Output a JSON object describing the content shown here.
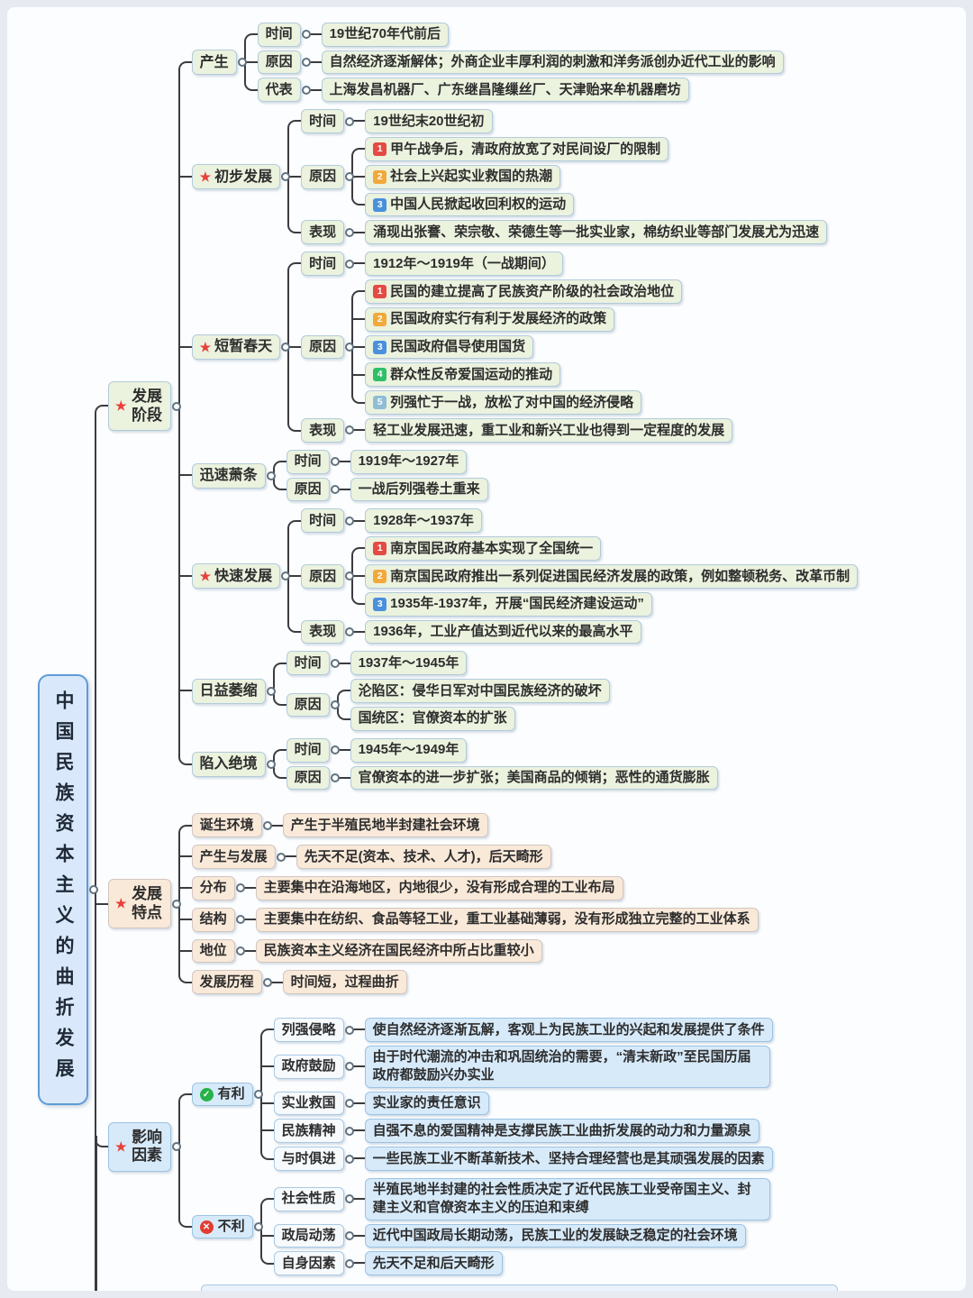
{
  "colors": {
    "line": "#3c3c40",
    "root_fill": "#d9e9fb",
    "root_border": "#5f9bd8",
    "stage_theme_fill": "#ebf2de",
    "feature_theme_fill": "#f9e9d9",
    "factor_theme_fill": "#d7eafa",
    "star": "#e8413c",
    "badge_colors": [
      "#e34b44",
      "#f2a93b",
      "#4a90dd",
      "#2fbf68",
      "#8fbdd4"
    ],
    "favorable_icon": "#27b24a",
    "unfavorable_icon": "#e23c32"
  },
  "tree": {
    "name": "root-node",
    "label": "中国民族资本主义的曲折发展",
    "variant": "root",
    "children": [
      {
        "name": "branch-development-stages",
        "label": "发展阶段",
        "variant": "green",
        "kind": "branch",
        "star": true,
        "children": [
          {
            "name": "stage-emergence",
            "label": "产生",
            "variant": "green",
            "kind": "stage",
            "children": [
              {
                "name": "time-label",
                "label": "时间",
                "variant": "green",
                "children": [
                  {
                    "name": "time-value",
                    "label": "19世纪70年代前后",
                    "variant": "green"
                  }
                ]
              },
              {
                "name": "reason-label",
                "label": "原因",
                "variant": "green",
                "children": [
                  {
                    "name": "reason-value",
                    "label": "自然经济逐渐解体；外商企业丰厚利润的刺激和洋务派创办近代工业的影响",
                    "variant": "green"
                  }
                ]
              },
              {
                "name": "representative-label",
                "label": "代表",
                "variant": "green",
                "children": [
                  {
                    "name": "representative-value",
                    "label": "上海发昌机器厂、广东继昌隆缫丝厂、天津贻来牟机器磨坊",
                    "variant": "green"
                  }
                ]
              }
            ]
          },
          {
            "name": "stage-initial-development",
            "label": "初步发展",
            "variant": "green",
            "kind": "stage",
            "star": true,
            "children": [
              {
                "name": "time-label",
                "label": "时间",
                "variant": "green",
                "children": [
                  {
                    "name": "time-value",
                    "label": "19世纪末20世纪初",
                    "variant": "green"
                  }
                ]
              },
              {
                "name": "reason-label",
                "label": "原因",
                "variant": "green",
                "children": [
                  {
                    "name": "reason-item",
                    "label": "甲午战争后，清政府放宽了对民间设厂的限制",
                    "variant": "green",
                    "badge": 1
                  },
                  {
                    "name": "reason-item",
                    "label": "社会上兴起实业救国的热潮",
                    "variant": "green",
                    "badge": 2
                  },
                  {
                    "name": "reason-item",
                    "label": "中国人民掀起收回利权的运动",
                    "variant": "green",
                    "badge": 3
                  }
                ]
              },
              {
                "name": "performance-label",
                "label": "表现",
                "variant": "green",
                "children": [
                  {
                    "name": "performance-value",
                    "label": "涌现出张謇、荣宗敬、荣德生等一批实业家，棉纺织业等部门发展尤为迅速",
                    "variant": "green"
                  }
                ]
              }
            ]
          },
          {
            "name": "stage-brief-spring",
            "label": "短暂春天",
            "variant": "green",
            "kind": "stage",
            "star": true,
            "children": [
              {
                "name": "time-label",
                "label": "时间",
                "variant": "green",
                "children": [
                  {
                    "name": "time-value",
                    "label": "1912年～1919年（一战期间）",
                    "variant": "green"
                  }
                ]
              },
              {
                "name": "reason-label",
                "label": "原因",
                "variant": "green",
                "children": [
                  {
                    "name": "reason-item",
                    "label": "民国的建立提高了民族资产阶级的社会政治地位",
                    "variant": "green",
                    "badge": 1
                  },
                  {
                    "name": "reason-item",
                    "label": "民国政府实行有利于发展经济的政策",
                    "variant": "green",
                    "badge": 2
                  },
                  {
                    "name": "reason-item",
                    "label": "民国政府倡导使用国货",
                    "variant": "green",
                    "badge": 3
                  },
                  {
                    "name": "reason-item",
                    "label": "群众性反帝爱国运动的推动",
                    "variant": "green",
                    "badge": 4
                  },
                  {
                    "name": "reason-item",
                    "label": "列强忙于一战，放松了对中国的经济侵略",
                    "variant": "green",
                    "badge": 5
                  }
                ]
              },
              {
                "name": "performance-label",
                "label": "表现",
                "variant": "green",
                "children": [
                  {
                    "name": "performance-value",
                    "label": "轻工业发展迅速，重工业和新兴工业也得到一定程度的发展",
                    "variant": "green"
                  }
                ]
              }
            ]
          },
          {
            "name": "stage-rapid-depression",
            "label": "迅速萧条",
            "variant": "green",
            "kind": "stage",
            "children": [
              {
                "name": "time-label",
                "label": "时间",
                "variant": "green",
                "children": [
                  {
                    "name": "time-value",
                    "label": "1919年～1927年",
                    "variant": "green"
                  }
                ]
              },
              {
                "name": "reason-label",
                "label": "原因",
                "variant": "green",
                "children": [
                  {
                    "name": "reason-value",
                    "label": "一战后列强卷土重来",
                    "variant": "green"
                  }
                ]
              }
            ]
          },
          {
            "name": "stage-rapid-development",
            "label": "快速发展",
            "variant": "green",
            "kind": "stage",
            "star": true,
            "children": [
              {
                "name": "time-label",
                "label": "时间",
                "variant": "green",
                "children": [
                  {
                    "name": "time-value",
                    "label": "1928年～1937年",
                    "variant": "green"
                  }
                ]
              },
              {
                "name": "reason-label",
                "label": "原因",
                "variant": "green",
                "children": [
                  {
                    "name": "reason-item",
                    "label": "南京国民政府基本实现了全国统一",
                    "variant": "green",
                    "badge": 1
                  },
                  {
                    "name": "reason-item",
                    "label": "南京国民政府推出一系列促进国民经济发展的政策，例如整顿税务、改革币制",
                    "variant": "green",
                    "badge": 2
                  },
                  {
                    "name": "reason-item",
                    "label": "1935年-1937年，开展“国民经济建设运动”",
                    "variant": "green",
                    "badge": 3
                  }
                ]
              },
              {
                "name": "performance-label",
                "label": "表现",
                "variant": "green",
                "children": [
                  {
                    "name": "performance-value",
                    "label": "1936年，工业产值达到近代以来的最高水平",
                    "variant": "green"
                  }
                ]
              }
            ]
          },
          {
            "name": "stage-shrinking",
            "label": "日益萎缩",
            "variant": "green",
            "kind": "stage",
            "children": [
              {
                "name": "time-label",
                "label": "时间",
                "variant": "green",
                "children": [
                  {
                    "name": "time-value",
                    "label": "1937年～1945年",
                    "variant": "green"
                  }
                ]
              },
              {
                "name": "reason-label",
                "label": "原因",
                "variant": "green",
                "children": [
                  {
                    "name": "reason-item",
                    "label": "沦陷区：侵华日军对中国民族经济的破坏",
                    "variant": "green"
                  },
                  {
                    "name": "reason-item",
                    "label": "国统区：官僚资本的扩张",
                    "variant": "green"
                  }
                ]
              }
            ]
          },
          {
            "name": "stage-desperation",
            "label": "陷入绝境",
            "variant": "green",
            "kind": "stage",
            "children": [
              {
                "name": "time-label",
                "label": "时间",
                "variant": "green",
                "children": [
                  {
                    "name": "time-value",
                    "label": "1945年～1949年",
                    "variant": "green"
                  }
                ]
              },
              {
                "name": "reason-label",
                "label": "原因",
                "variant": "green",
                "children": [
                  {
                    "name": "reason-value",
                    "label": "官僚资本的进一步扩张；美国商品的倾销；恶性的通货膨胀",
                    "variant": "green"
                  }
                ]
              }
            ]
          }
        ]
      },
      {
        "name": "branch-development-features",
        "label": "发展特点",
        "variant": "peach",
        "kind": "branch",
        "star": true,
        "children": [
          {
            "name": "birth-environment-label",
            "label": "诞生环境",
            "variant": "peach",
            "children": [
              {
                "name": "birth-environment-value",
                "label": "产生于半殖民地半封建社会环境",
                "variant": "peach"
              }
            ]
          },
          {
            "name": "origin-development-label",
            "label": "产生与发展",
            "variant": "peach",
            "children": [
              {
                "name": "origin-development-value",
                "label": "先天不足(资本、技术、人才)，后天畸形",
                "variant": "peach"
              }
            ]
          },
          {
            "name": "distribution-label",
            "label": "分布",
            "variant": "peach",
            "children": [
              {
                "name": "distribution-value",
                "label": "主要集中在沿海地区，内地很少，没有形成合理的工业布局",
                "variant": "peach"
              }
            ]
          },
          {
            "name": "structure-label",
            "label": "结构",
            "variant": "peach",
            "children": [
              {
                "name": "structure-value",
                "label": "主要集中在纺织、食品等轻工业，重工业基础薄弱，没有形成独立完整的工业体系",
                "variant": "peach"
              }
            ]
          },
          {
            "name": "status-label",
            "label": "地位",
            "variant": "peach",
            "children": [
              {
                "name": "status-value",
                "label": "民族资本主义经济在国民经济中所占比重较小",
                "variant": "peach"
              }
            ]
          },
          {
            "name": "course-label",
            "label": "发展历程",
            "variant": "peach",
            "children": [
              {
                "name": "course-value",
                "label": "时间短，过程曲折",
                "variant": "peach"
              }
            ]
          }
        ]
      },
      {
        "name": "branch-influencing-factors",
        "label": "影响因素",
        "variant": "blue",
        "kind": "branch",
        "star": true,
        "children": [
          {
            "name": "favorable-node",
            "label": "有利",
            "variant": "blue",
            "icon": "check",
            "children": [
              {
                "name": "foreign-aggression-label",
                "label": "列强侵略",
                "variant": "white",
                "children": [
                  {
                    "name": "foreign-aggression-value",
                    "label": "使自然经济逐渐瓦解，客观上为民族工业的兴起和发展提供了条件",
                    "variant": "blue"
                  }
                ]
              },
              {
                "name": "government-encouragement-label",
                "label": "政府鼓励",
                "variant": "white",
                "children": [
                  {
                    "name": "government-encouragement-value",
                    "label": "由于时代潮流的冲击和巩固统治的需要，“清末新政”至民国历届政府都鼓励兴办实业",
                    "variant": "blue",
                    "wrap": 432
                  }
                ]
              },
              {
                "name": "industrial-salvation-label",
                "label": "实业救国",
                "variant": "white",
                "children": [
                  {
                    "name": "industrial-salvation-value",
                    "label": "实业家的责任意识",
                    "variant": "blue"
                  }
                ]
              },
              {
                "name": "national-spirit-label",
                "label": "民族精神",
                "variant": "white",
                "children": [
                  {
                    "name": "national-spirit-value",
                    "label": "自强不息的爱国精神是支撑民族工业曲折发展的动力和力量源泉",
                    "variant": "blue"
                  }
                ]
              },
              {
                "name": "keeping-pace-label",
                "label": "与时俱进",
                "variant": "white",
                "children": [
                  {
                    "name": "keeping-pace-value",
                    "label": "一些民族工业不断革新技术、坚持合理经营也是其顽强发展的因素",
                    "variant": "blue"
                  }
                ]
              }
            ]
          },
          {
            "name": "unfavorable-node",
            "label": "不利",
            "variant": "blue",
            "icon": "cross",
            "children": [
              {
                "name": "social-nature-label",
                "label": "社会性质",
                "variant": "white",
                "children": [
                  {
                    "name": "social-nature-value",
                    "label": "半殖民地半封建的社会性质决定了近代民族工业受帝国主义、封建主义和官僚资本主义的压迫和束缚",
                    "variant": "blue",
                    "wrap": 432
                  }
                ]
              },
              {
                "name": "political-turmoil-label",
                "label": "政局动荡",
                "variant": "white",
                "children": [
                  {
                    "name": "political-turmoil-value",
                    "label": "近代中国政局长期动荡，民族工业的发展缺乏稳定的社会环境",
                    "variant": "blue"
                  }
                ]
              },
              {
                "name": "own-factors-label",
                "label": "自身因素",
                "variant": "white",
                "children": [
                  {
                    "name": "own-factors-value",
                    "label": "先天不足和后天畸形",
                    "variant": "blue"
                  }
                ]
              }
            ]
          }
        ]
      }
    ]
  }
}
